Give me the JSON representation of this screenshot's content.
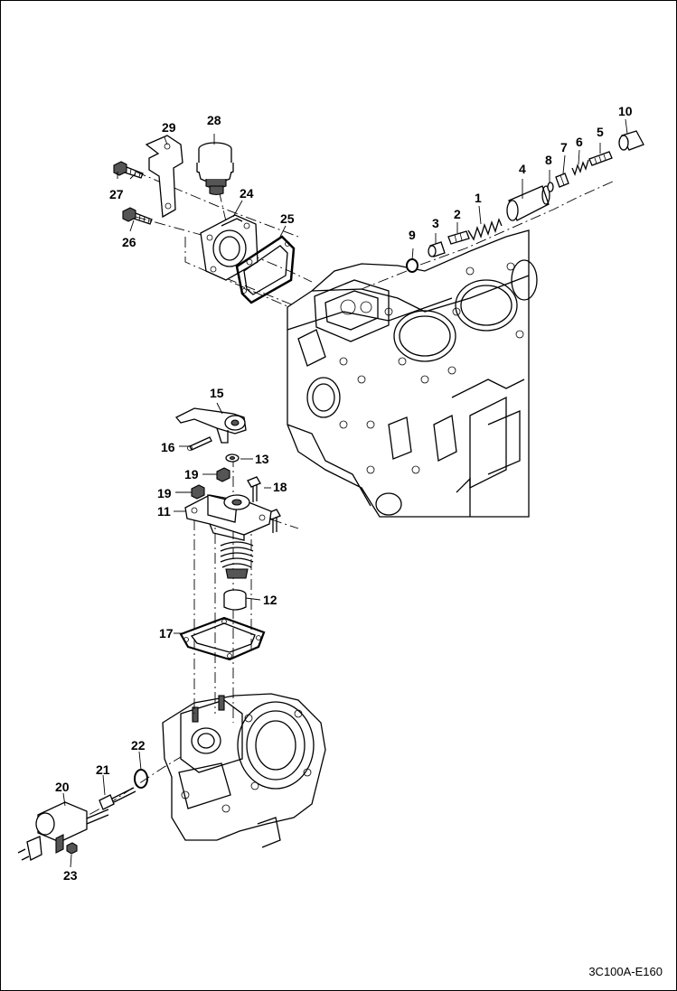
{
  "figure_id": "3C100A-E160",
  "callouts": [
    {
      "id": "1",
      "label": "1"
    },
    {
      "id": "2",
      "label": "2"
    },
    {
      "id": "3",
      "label": "3"
    },
    {
      "id": "4",
      "label": "4"
    },
    {
      "id": "5",
      "label": "5"
    },
    {
      "id": "6",
      "label": "6"
    },
    {
      "id": "7",
      "label": "7"
    },
    {
      "id": "8",
      "label": "8"
    },
    {
      "id": "9",
      "label": "9"
    },
    {
      "id": "10",
      "label": "10"
    },
    {
      "id": "11",
      "label": "11"
    },
    {
      "id": "12",
      "label": "12"
    },
    {
      "id": "13",
      "label": "13"
    },
    {
      "id": "15",
      "label": "15"
    },
    {
      "id": "16",
      "label": "16"
    },
    {
      "id": "17",
      "label": "17"
    },
    {
      "id": "18",
      "label": "18"
    },
    {
      "id": "19a",
      "label": "19"
    },
    {
      "id": "19b",
      "label": "19"
    },
    {
      "id": "20",
      "label": "20"
    },
    {
      "id": "21",
      "label": "21"
    },
    {
      "id": "22",
      "label": "22"
    },
    {
      "id": "23",
      "label": "23"
    },
    {
      "id": "24",
      "label": "24"
    },
    {
      "id": "25",
      "label": "25"
    },
    {
      "id": "26",
      "label": "26"
    },
    {
      "id": "27",
      "label": "27"
    },
    {
      "id": "28",
      "label": "28"
    },
    {
      "id": "29",
      "label": "29"
    }
  ]
}
